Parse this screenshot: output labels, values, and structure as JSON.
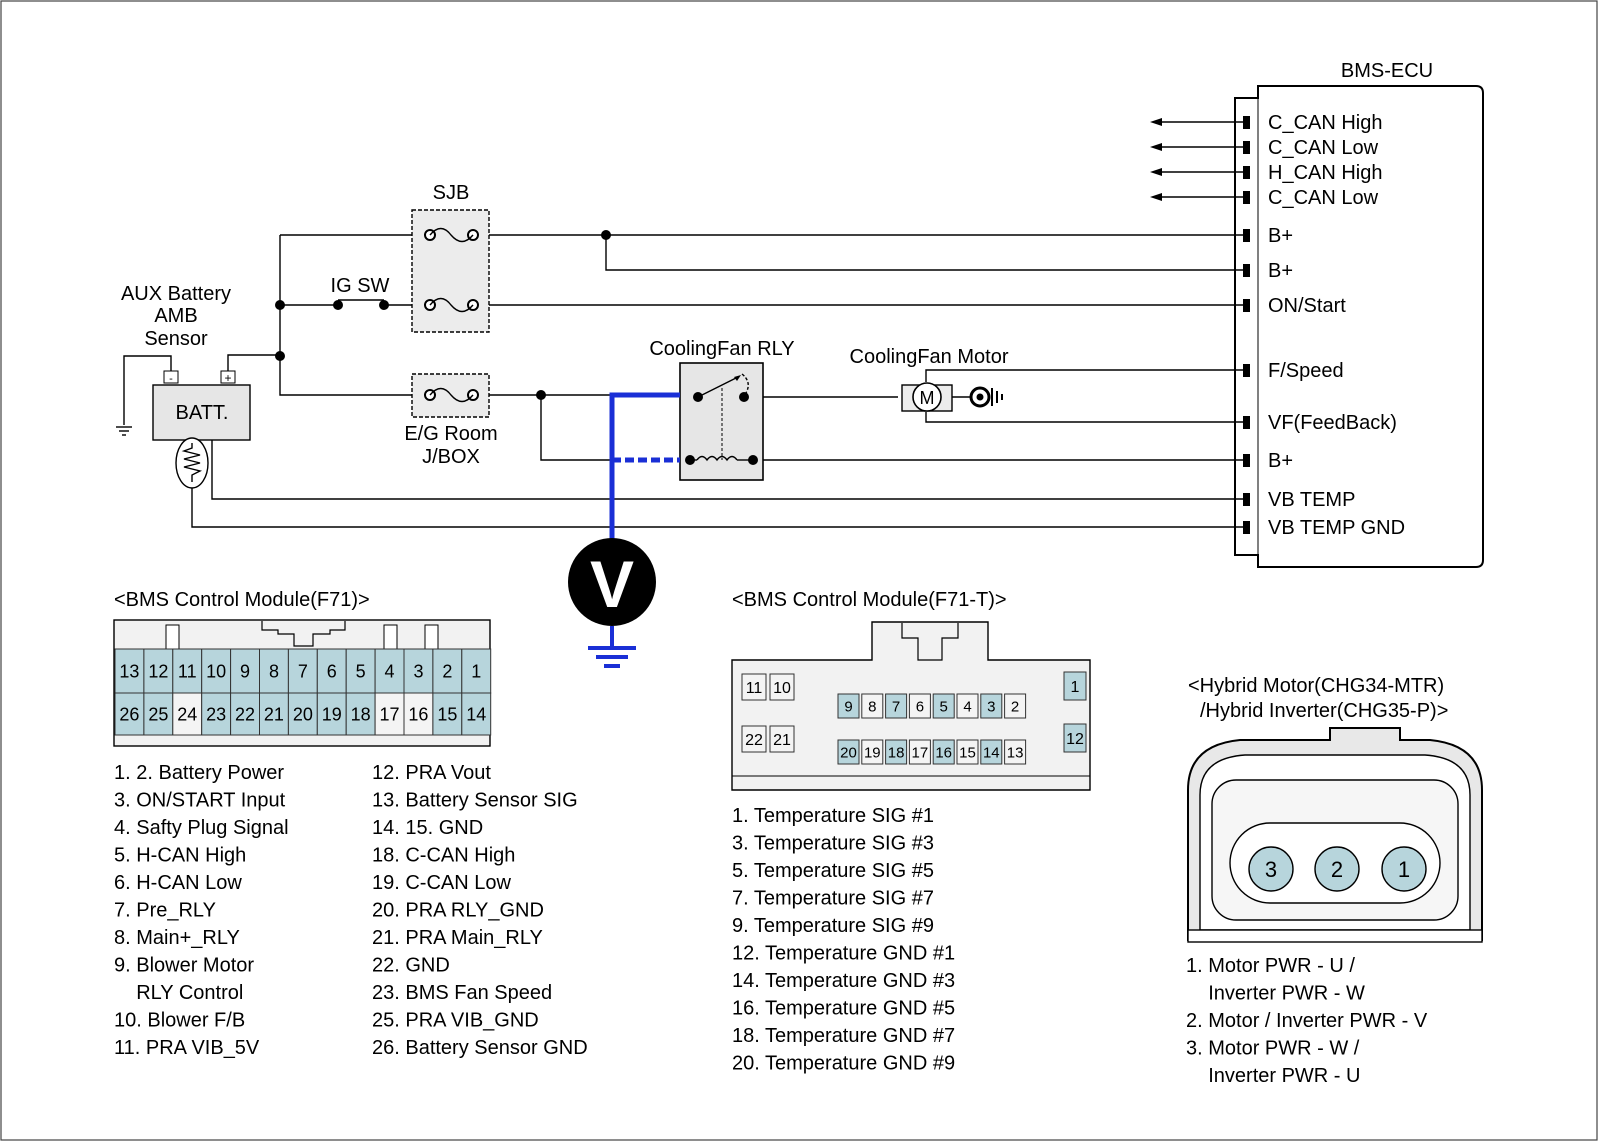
{
  "diagram": {
    "ecu_title": "BMS-ECU",
    "ecu_pins": [
      "C_CAN High",
      "C_CAN Low",
      "H_CAN High",
      "C_CAN Low",
      "B+",
      "B+",
      "ON/Start",
      "F/Speed",
      "VF(FeedBack)",
      "B+",
      "VB TEMP",
      "VB TEMP GND"
    ],
    "sjb_label": "SJB",
    "ig_sw_label": "IG SW",
    "aux_sensor_label": [
      "AUX Battery",
      "AMB",
      "Sensor"
    ],
    "batt_label": "BATT.",
    "batt_minus": "-",
    "batt_plus": "+",
    "eg_room_label": [
      "E/G Room",
      "J/BOX"
    ],
    "cooling_rly_label": "CoolingFan RLY",
    "cooling_motor_label": "CoolingFan Motor",
    "motor_symbol": "M",
    "voltmeter_symbol": "V"
  },
  "f71": {
    "title": "<BMS Control Module(F71)>",
    "row1": [
      {
        "n": "13",
        "s": true
      },
      {
        "n": "12",
        "s": true
      },
      {
        "n": "11",
        "s": true
      },
      {
        "n": "10",
        "s": true
      },
      {
        "n": "9",
        "s": true
      },
      {
        "n": "8",
        "s": true
      },
      {
        "n": "7",
        "s": true
      },
      {
        "n": "6",
        "s": true
      },
      {
        "n": "5",
        "s": true
      },
      {
        "n": "4",
        "s": true
      },
      {
        "n": "3",
        "s": true
      },
      {
        "n": "2",
        "s": true
      },
      {
        "n": "1",
        "s": true
      }
    ],
    "row2": [
      {
        "n": "26",
        "s": true
      },
      {
        "n": "25",
        "s": true
      },
      {
        "n": "24",
        "s": false
      },
      {
        "n": "23",
        "s": true
      },
      {
        "n": "22",
        "s": true
      },
      {
        "n": "21",
        "s": true
      },
      {
        "n": "20",
        "s": true
      },
      {
        "n": "19",
        "s": true
      },
      {
        "n": "18",
        "s": true
      },
      {
        "n": "17",
        "s": false
      },
      {
        "n": "16",
        "s": false
      },
      {
        "n": "15",
        "s": true
      },
      {
        "n": "14",
        "s": true
      }
    ],
    "legend_left": [
      "1. 2. Battery Power",
      "3. ON/START Input",
      "4. Safty Plug Signal",
      "5. H-CAN High",
      "6. H-CAN Low",
      "7. Pre_RLY",
      "8. Main+_RLY",
      "9. Blower Motor",
      "    RLY Control",
      "10. Blower F/B",
      "11. PRA VIB_5V"
    ],
    "legend_right": [
      "12. PRA Vout",
      "13. Battery Sensor SIG",
      "14. 15. GND",
      "18. C-CAN High",
      "19. C-CAN Low",
      "20. PRA RLY_GND",
      "21. PRA Main_RLY",
      "22. GND",
      "23. BMS Fan Speed",
      "25. PRA VIB_GND",
      "26. Battery Sensor GND"
    ]
  },
  "f71t": {
    "title": "<BMS Control Module(F71-T)>",
    "left_top": [
      {
        "n": "11",
        "s": false
      },
      {
        "n": "10",
        "s": false
      }
    ],
    "left_bottom": [
      {
        "n": "22",
        "s": false
      },
      {
        "n": "21",
        "s": false
      }
    ],
    "row1": [
      {
        "n": "9",
        "s": true
      },
      {
        "n": "8",
        "s": false
      },
      {
        "n": "7",
        "s": true
      },
      {
        "n": "6",
        "s": false
      },
      {
        "n": "5",
        "s": true
      },
      {
        "n": "4",
        "s": false
      },
      {
        "n": "3",
        "s": true
      },
      {
        "n": "2",
        "s": false
      }
    ],
    "row2": [
      {
        "n": "20",
        "s": true
      },
      {
        "n": "19",
        "s": false
      },
      {
        "n": "18",
        "s": true
      },
      {
        "n": "17",
        "s": false
      },
      {
        "n": "16",
        "s": true
      },
      {
        "n": "15",
        "s": false
      },
      {
        "n": "14",
        "s": true
      },
      {
        "n": "13",
        "s": false
      }
    ],
    "right_top": {
      "n": "1",
      "s": true
    },
    "right_bottom": {
      "n": "12",
      "s": true
    },
    "legend": [
      "1. Temperature SIG #1",
      "3. Temperature SIG #3",
      "5. Temperature SIG #5",
      "7. Temperature SIG #7",
      "9. Temperature SIG #9",
      "12. Temperature GND #1",
      "14. Temperature GND #3",
      "16. Temperature GND #5",
      "18. Temperature GND #7",
      "20. Temperature GND #9"
    ]
  },
  "hybrid": {
    "title": [
      "<Hybrid Motor(CHG34-MTR)",
      "/Hybrid Inverter(CHG35-P)>"
    ],
    "pins": [
      "3",
      "2",
      "1"
    ],
    "legend": [
      "1. Motor PWR - U /",
      "    Inverter PWR - W",
      "2. Motor / Inverter PWR - V",
      "3. Motor PWR - W /",
      "    Inverter PWR - U"
    ]
  }
}
